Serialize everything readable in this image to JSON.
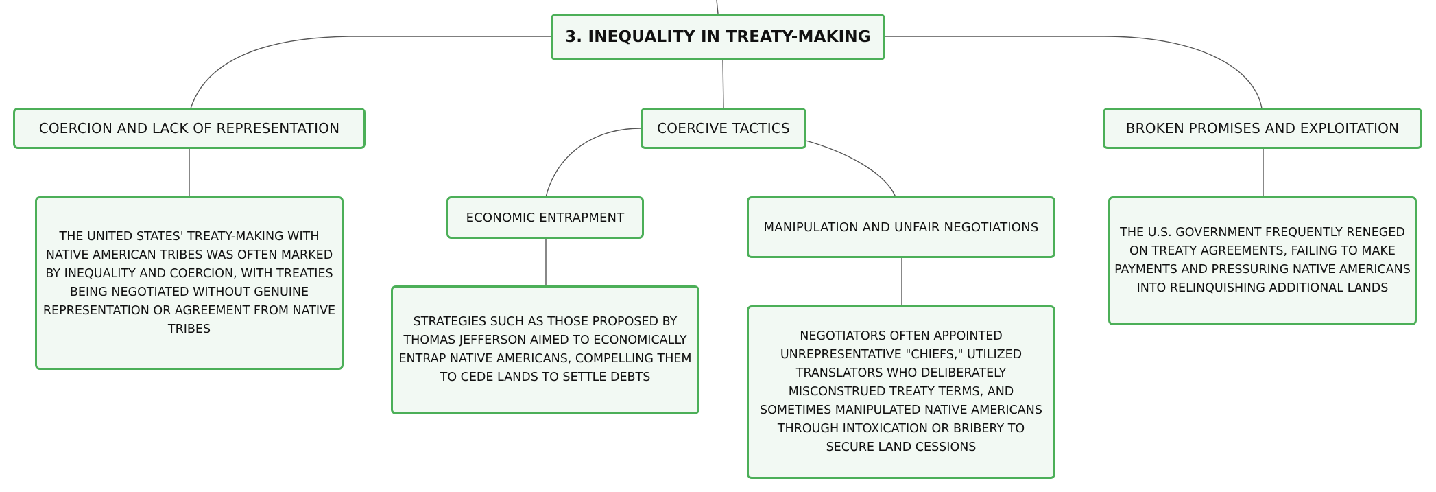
{
  "colors": {
    "node_border": "#4caf58",
    "node_fill": "#f2f9f3",
    "connector": "#555555",
    "text": "#111111"
  },
  "root": {
    "title": "3. INEQUALITY IN TREATY-MAKING"
  },
  "branches": {
    "coercion": {
      "title": "COERCION AND LACK OF REPRESENTATION",
      "detail": "THE UNITED STATES' TREATY-MAKING WITH NATIVE AMERICAN TRIBES WAS OFTEN MARKED BY INEQUALITY AND COERCION, WITH TREATIES BEING NEGOTIATED WITHOUT GENUINE REPRESENTATION OR AGREEMENT FROM NATIVE TRIBES"
    },
    "tactics": {
      "title": "COERCIVE TACTICS",
      "economic": {
        "title": "ECONOMIC ENTRAPMENT",
        "detail": "STRATEGIES SUCH AS THOSE PROPOSED BY THOMAS JEFFERSON AIMED TO ECONOMICALLY ENTRAP NATIVE AMERICANS, COMPELLING THEM TO CEDE LANDS TO SETTLE DEBTS"
      },
      "manipulation": {
        "title": "MANIPULATION AND UNFAIR NEGOTIATIONS",
        "detail": "NEGOTIATORS OFTEN APPOINTED UNREPRESENTATIVE \"CHIEFS,\" UTILIZED TRANSLATORS WHO DELIBERATELY MISCONSTRUED TREATY TERMS, AND SOMETIMES MANIPULATED NATIVE AMERICANS THROUGH INTOXICATION OR BRIBERY TO SECURE LAND CESSIONS"
      }
    },
    "broken": {
      "title": "BROKEN PROMISES AND EXPLOITATION",
      "detail": "THE U.S. GOVERNMENT FREQUENTLY RENEGED ON TREATY AGREEMENTS, FAILING TO MAKE PAYMENTS AND PRESSURING NATIVE AMERICANS INTO RELINQUISHING ADDITIONAL LANDS"
    }
  }
}
